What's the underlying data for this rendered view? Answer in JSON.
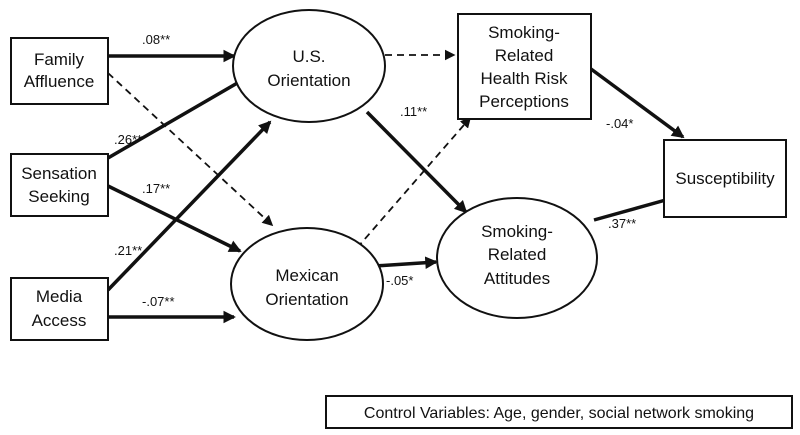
{
  "nodes": {
    "family_affluence": [
      "Family",
      "Affluence"
    ],
    "sensation_seeking": [
      "Sensation",
      "Seeking"
    ],
    "media_access": [
      "Media",
      "Access"
    ],
    "us_orientation": [
      "U.S.",
      "Orientation"
    ],
    "mexican_orientation": [
      "Mexican",
      "Orientation"
    ],
    "health_risk": [
      "Smoking-",
      "Related",
      "Health Risk",
      "Perceptions"
    ],
    "attitudes": [
      "Smoking-",
      "Related",
      "Attitudes"
    ],
    "susceptibility": [
      "Susceptibility"
    ]
  },
  "coefficients": {
    "fa_us": ".08**",
    "ss_us": ".26**",
    "ss_mex": ".17**",
    "ma_us": ".21**",
    "ma_mex": "-.07**",
    "us_att": ".11**",
    "mex_att": "-.05*",
    "risk_susc": "-.04*",
    "att_susc": ".37**"
  },
  "note": "Control Variables: Age, gender, social network smoking"
}
